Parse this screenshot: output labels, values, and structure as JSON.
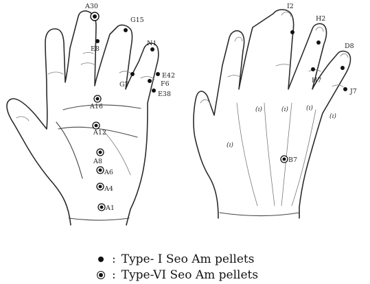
{
  "palm_points": [
    {
      "label": "A30",
      "type": "VI"
    },
    {
      "label": "G15",
      "type": "I"
    },
    {
      "label": "E8",
      "type": "I"
    },
    {
      "label": "N1",
      "type": "I"
    },
    {
      "label": "E42",
      "type": "I"
    },
    {
      "label": "F6",
      "type": "I"
    },
    {
      "label": "G7",
      "type": "I"
    },
    {
      "label": "E38",
      "type": "I"
    },
    {
      "label": "A16",
      "type": "VI"
    },
    {
      "label": "A12",
      "type": "VI"
    },
    {
      "label": "A8",
      "type": "VI"
    },
    {
      "label": "A6",
      "type": "VI"
    },
    {
      "label": "A4",
      "type": "VI"
    },
    {
      "label": "A1",
      "type": "VI"
    }
  ],
  "back_points": [
    {
      "label": "I2",
      "type": "I"
    },
    {
      "label": "H2",
      "type": "I"
    },
    {
      "label": "D8",
      "type": "I"
    },
    {
      "label": "H7",
      "type": "I"
    },
    {
      "label": "J7",
      "type": "I"
    },
    {
      "label": "B7",
      "type": "VI"
    }
  ],
  "back_zone_labels": [
    "(ı)",
    "(ı)",
    "(ı)",
    "(ı)",
    "(ı)"
  ],
  "legend": [
    {
      "symbol": "filled-dot",
      "separator": ":",
      "text": "Type- I Seo Am pellets"
    },
    {
      "symbol": "ringed-dot",
      "separator": ":",
      "text": "Type-VI Seo Am pellets"
    }
  ]
}
